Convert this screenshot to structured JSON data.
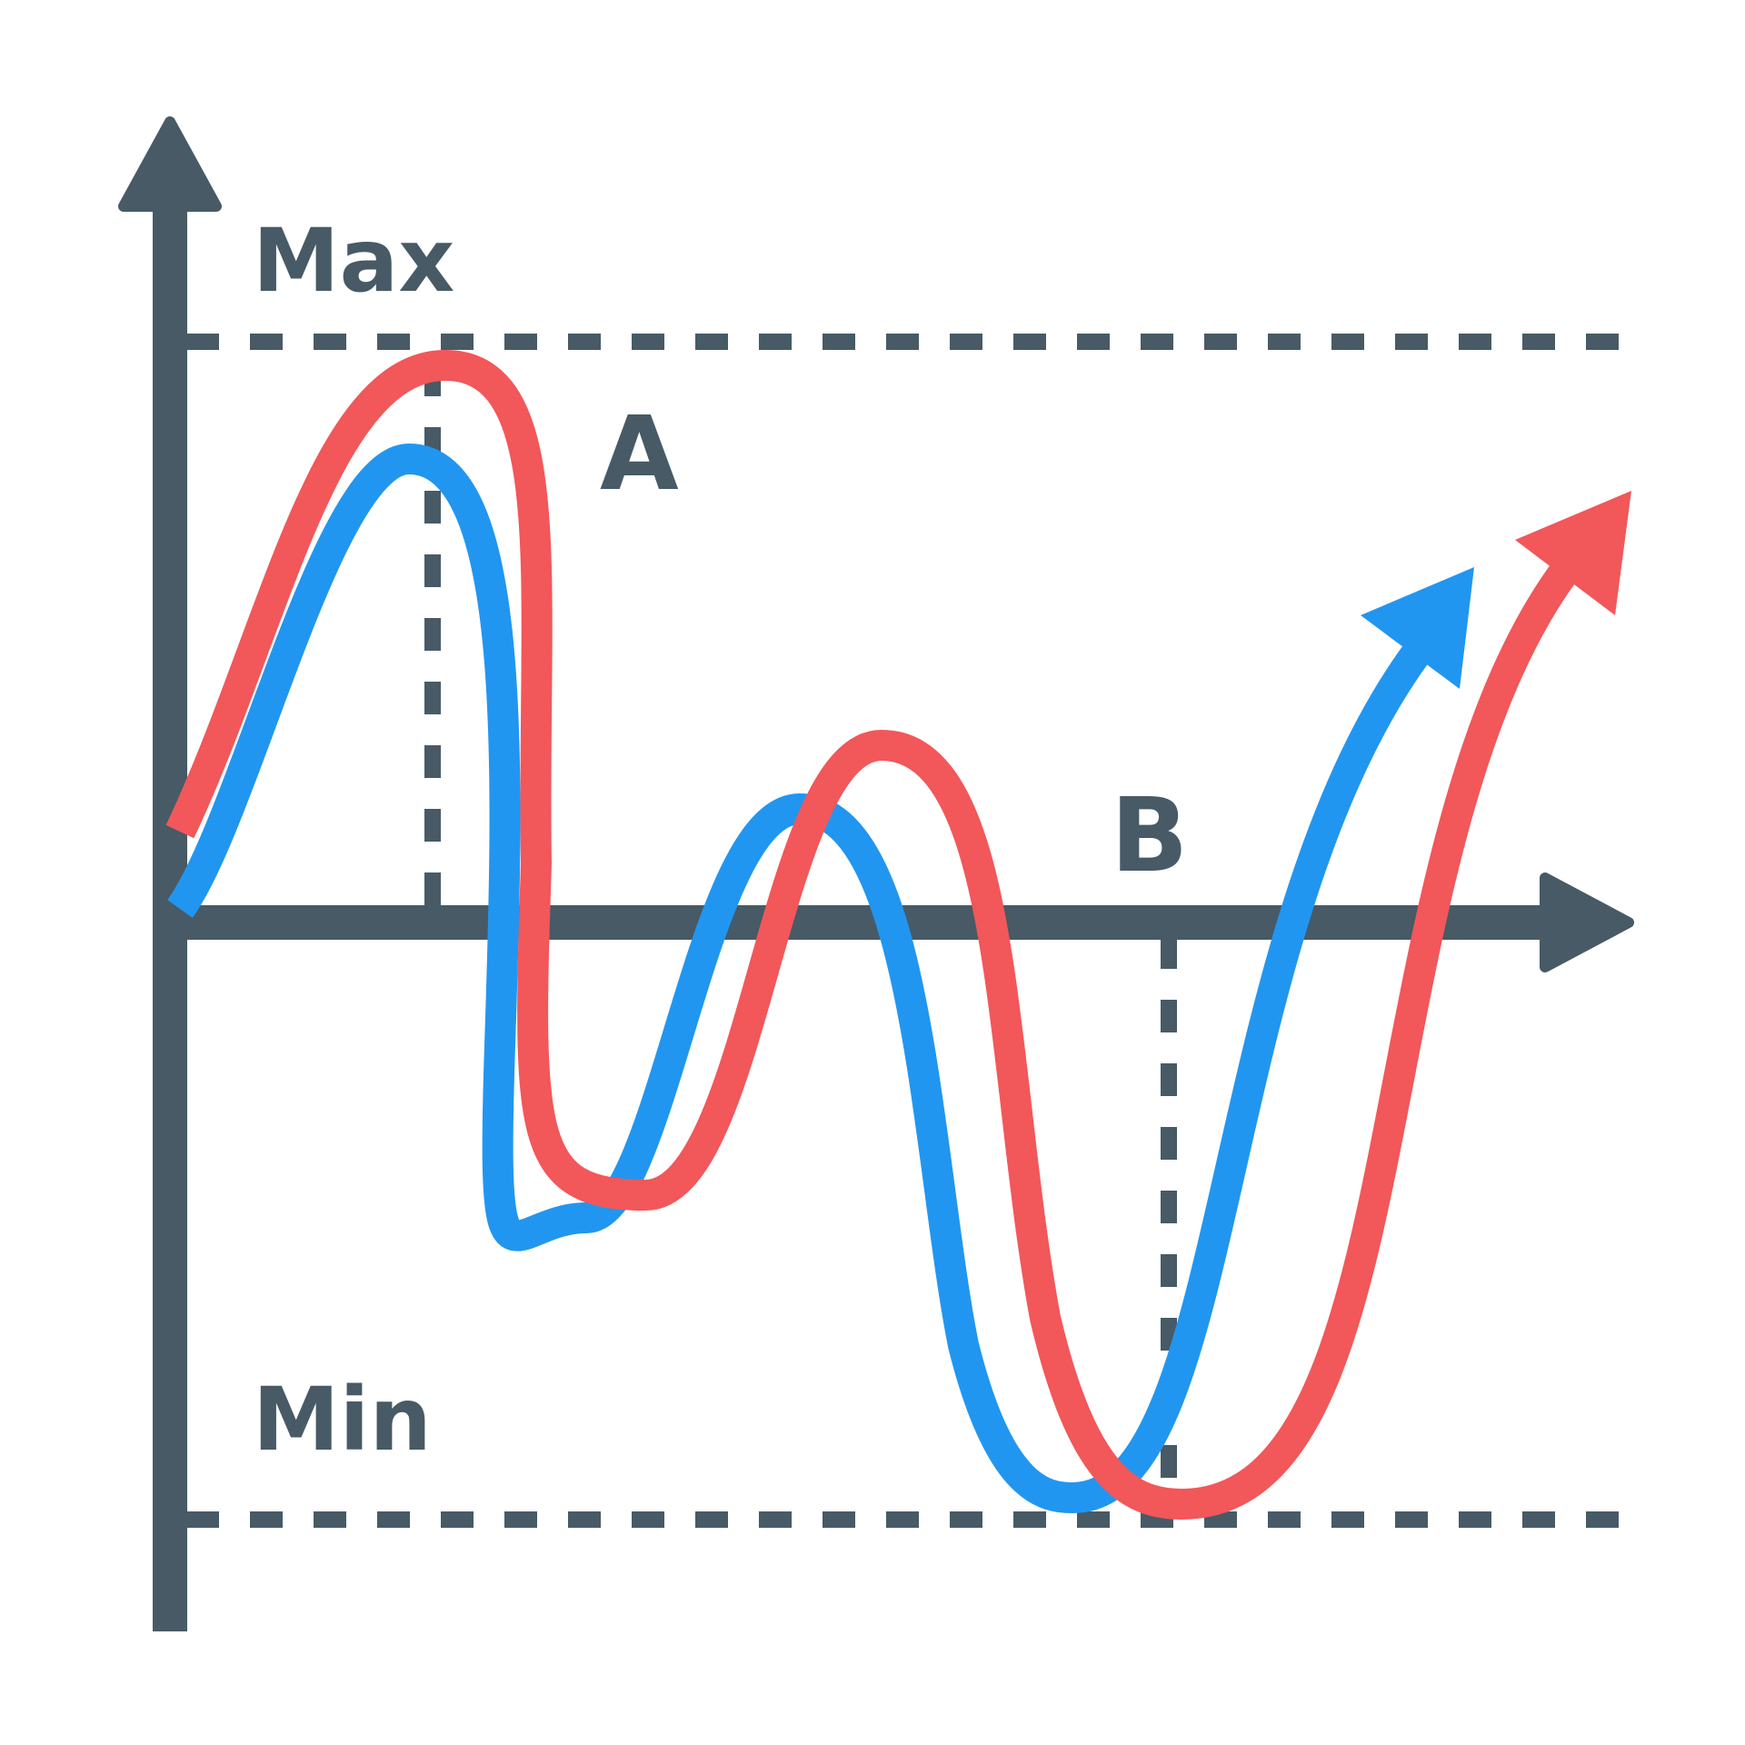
{
  "labels": {
    "max": "Max",
    "min": "Min",
    "point_a": "A",
    "point_b": "B"
  },
  "colors": {
    "axis": "#475A66",
    "series_red": "#F2575A",
    "series_blue": "#2196F0",
    "background": "#FFFFFF"
  },
  "icons": {
    "y_axis_arrow": "arrow-up-icon",
    "x_axis_arrow": "arrow-right-icon",
    "red_curve_arrow": "arrow-up-right-icon",
    "blue_curve_arrow": "arrow-up-right-icon"
  }
}
